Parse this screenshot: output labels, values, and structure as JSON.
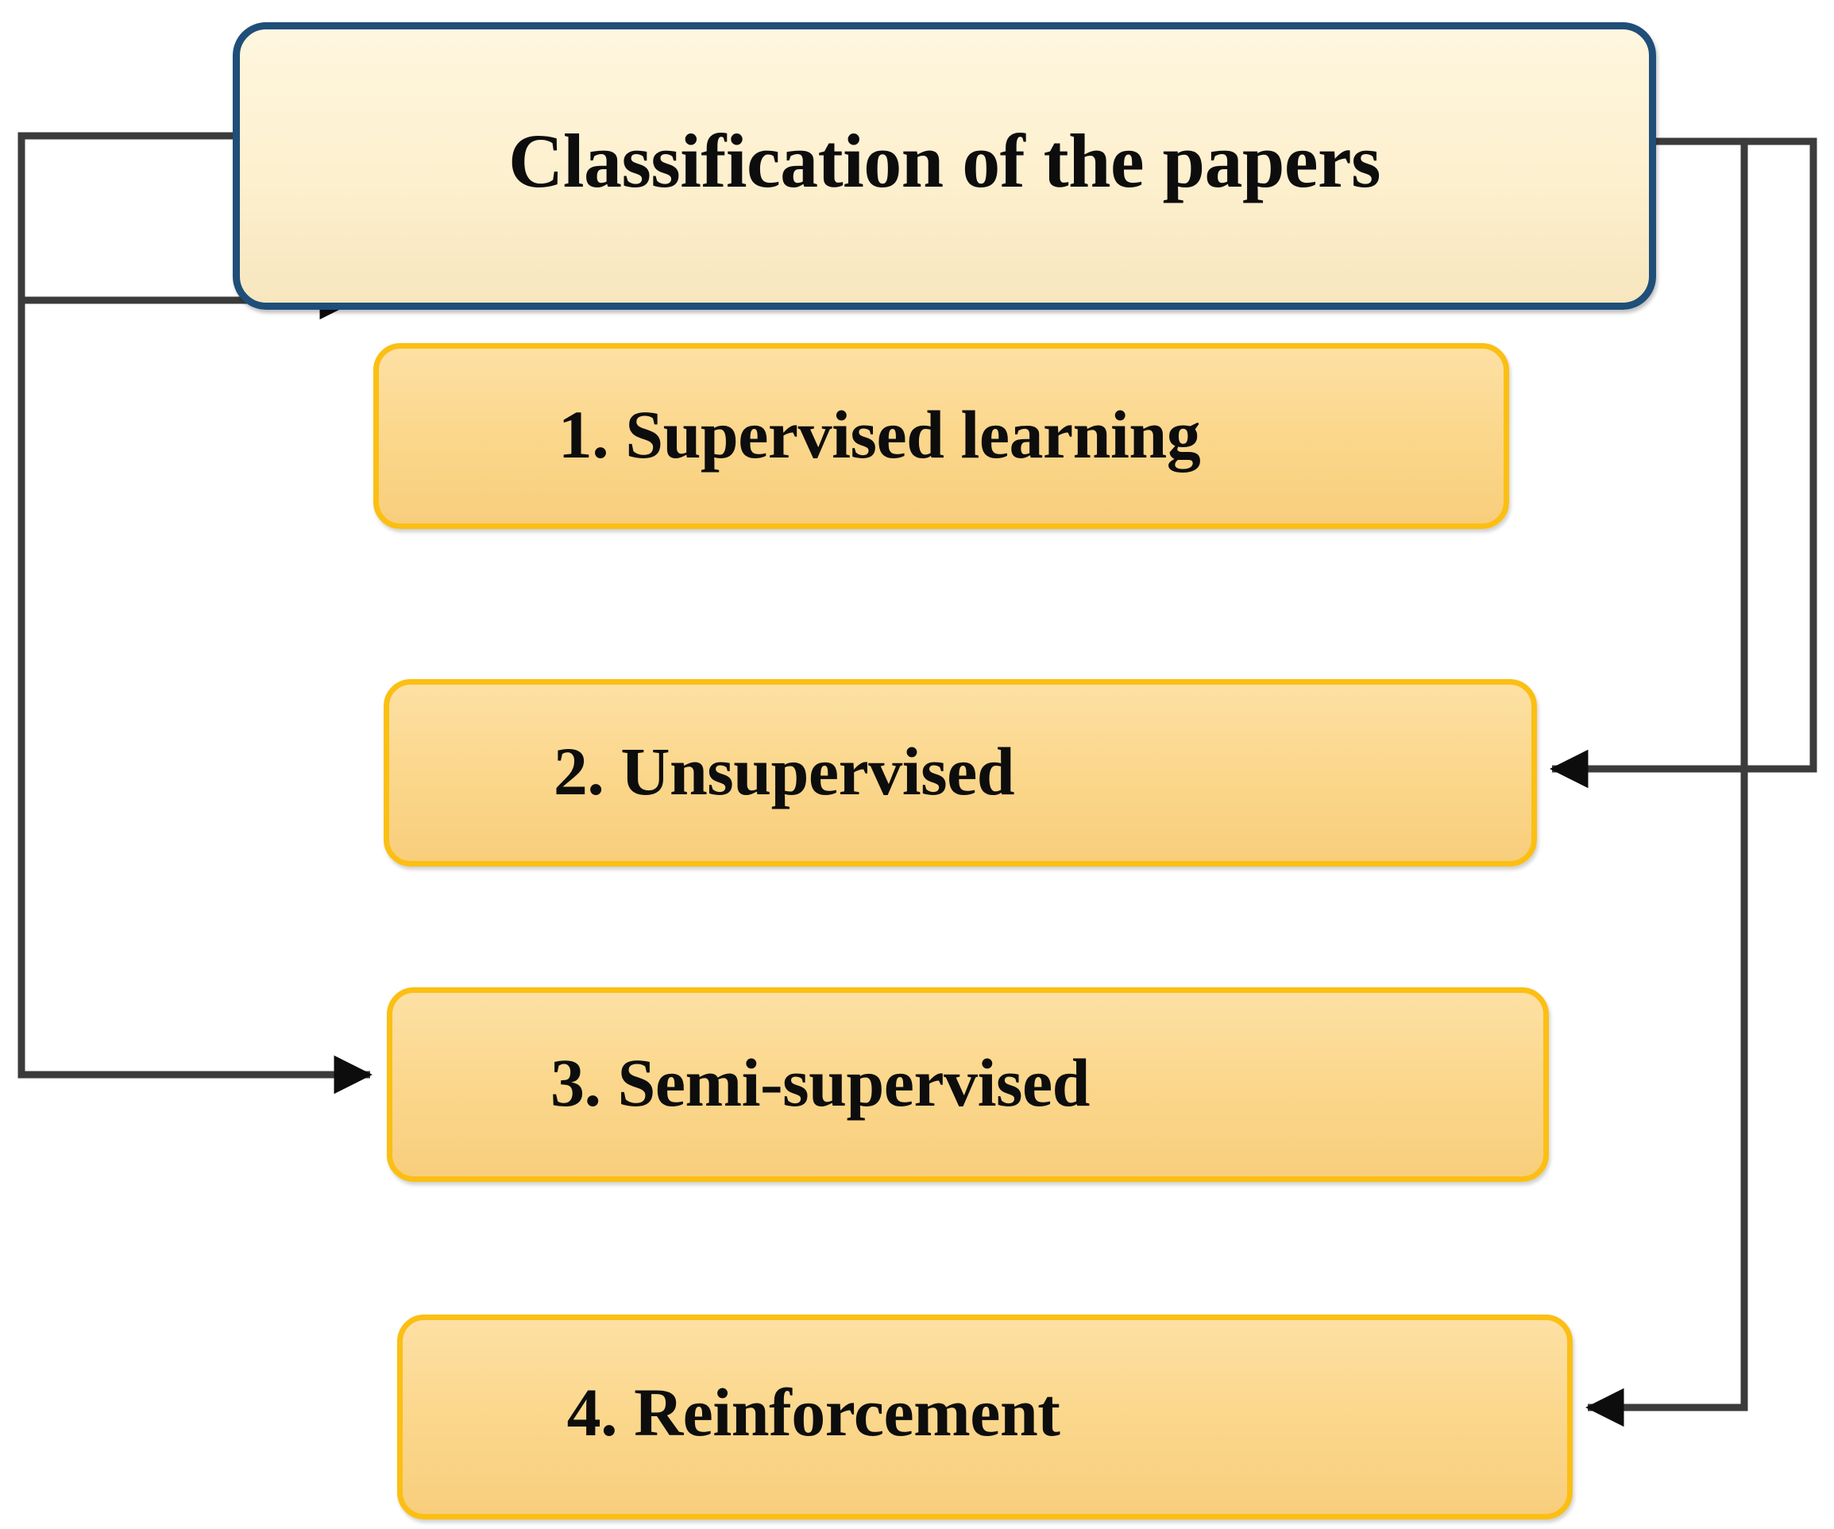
{
  "diagram": {
    "title": "Classification of the papers",
    "type": "flowchart-tree",
    "root": {
      "id": "root",
      "label": "Classification of the papers",
      "fill_color": "#FDF0CE",
      "border_color": "#1F4E79"
    },
    "categories": [
      {
        "id": "supervised",
        "number": "1.",
        "name": "Supervised learning",
        "label": "1. Supervised learning",
        "fill_color": "#FBD88E",
        "border_color": "#FBBF14",
        "arrow_from": "left"
      },
      {
        "id": "unsupervised",
        "number": "2.",
        "name": "Unsupervised",
        "label": "2.  Unsupervised",
        "fill_color": "#FBD88E",
        "border_color": "#FBBF14",
        "arrow_from": "right"
      },
      {
        "id": "semi-supervised",
        "number": "3.",
        "name": "Semi-supervised",
        "label": "3. Semi-supervised",
        "fill_color": "#FBD88E",
        "border_color": "#FBBF14",
        "arrow_from": "left"
      },
      {
        "id": "reinforcement",
        "number": "4.",
        "name": "Reinforcement",
        "label": "4.  Reinforcement",
        "fill_color": "#FBD88E",
        "border_color": "#FBBF14",
        "arrow_from": "right"
      }
    ],
    "connector_color": "#3B3B3B"
  }
}
